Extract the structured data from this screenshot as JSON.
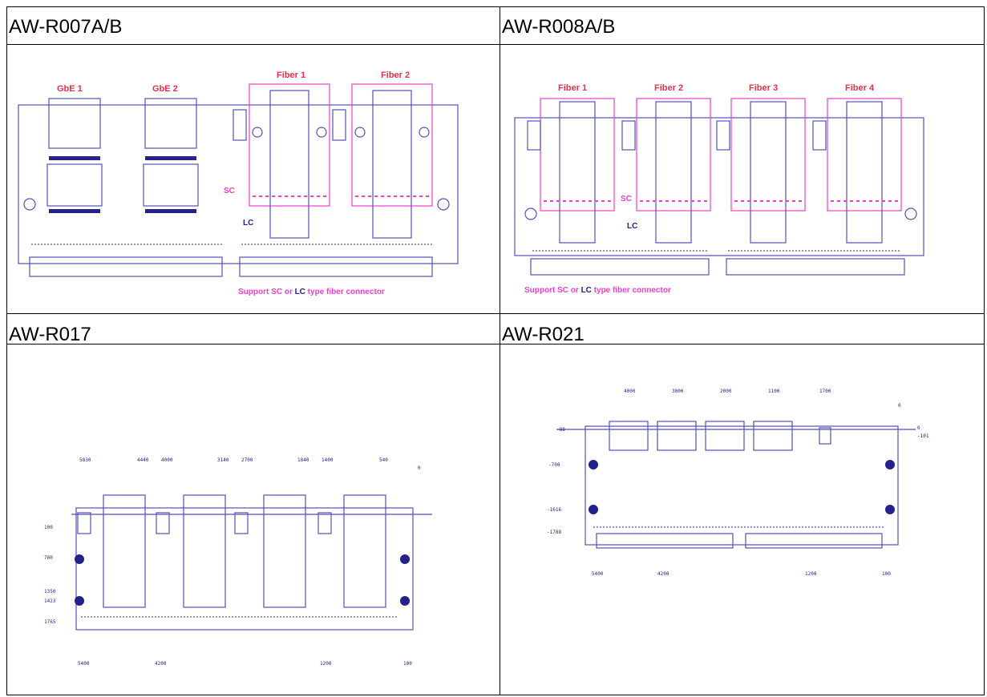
{
  "cells": [
    {
      "title": "AW-R007A/B"
    },
    {
      "title": "AW-R008A/B"
    },
    {
      "title": "AW-R017"
    },
    {
      "title": "AW-R021"
    }
  ],
  "r007": {
    "gbe1": "GbE 1",
    "gbe2": "GbE 2",
    "fiber1": "Fiber 1",
    "fiber2": "Fiber 2",
    "sc": "SC",
    "lc": "LC",
    "support_prefix": "Support SC or ",
    "support_lc": "LC",
    "support_suffix": " type fiber connector"
  },
  "r008": {
    "fiber1": "Fiber 1",
    "fiber2": "Fiber 2",
    "fiber3": "Fiber 3",
    "fiber4": "Fiber 4",
    "sc": "SC",
    "lc": "LC",
    "support_prefix": "Support SC or ",
    "support_lc": "LC",
    "support_suffix": " type fiber connector"
  },
  "r017": {
    "top_dims": [
      "5830",
      "4440",
      "4000",
      "3140",
      "2700",
      "1840",
      "1400",
      "540",
      "0"
    ],
    "left_dims": [
      "100",
      "700",
      "1350",
      "1423",
      "1765"
    ],
    "bottom_dims": [
      "5400",
      "4200",
      "1200",
      "100"
    ]
  },
  "r021": {
    "top_dims": [
      "4000",
      "3000",
      "2000",
      "1100",
      "1700",
      "0"
    ],
    "left_dims": [
      "-88",
      "-700",
      "-1616",
      "-1788"
    ],
    "right_dims": [
      "0",
      "-101"
    ],
    "bottom_dims": [
      "5400",
      "4200",
      "1200",
      "100"
    ]
  }
}
